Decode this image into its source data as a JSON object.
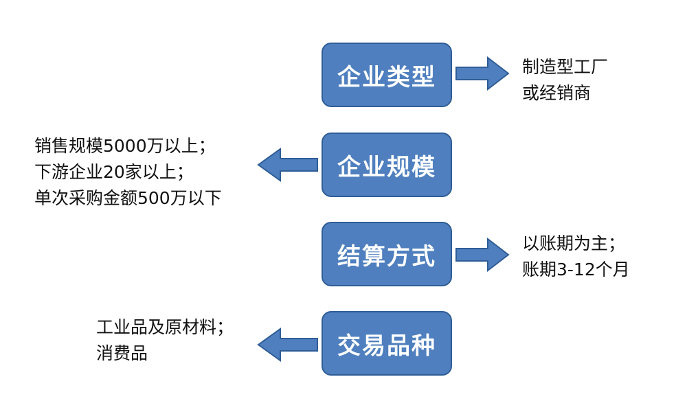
{
  "boxes": [
    {
      "label": "企业类型"
    },
    {
      "label": "企业规模"
    },
    {
      "label": "结算方式"
    },
    {
      "label": "交易品种"
    }
  ],
  "notes": {
    "enterprise_type": [
      "制造型工厂",
      "或经销商"
    ],
    "enterprise_scale": [
      "销售规模5000万以上；",
      "下游企业20家以上；",
      "单次采购金额500万以下"
    ],
    "settlement": [
      "以账期为主；",
      "账期3-12个月"
    ],
    "trade_goods": [
      "工业品及原材料；",
      "消费品"
    ]
  },
  "colors": {
    "box_fill": "#4f7fbe",
    "box_border": "#2f5d96",
    "arrow_fill": "#4f7fbe",
    "text": "#111111"
  }
}
